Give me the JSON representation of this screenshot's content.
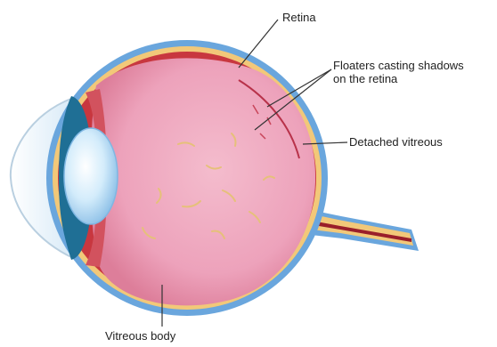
{
  "labels": {
    "retina": "Retina",
    "floaters_line1": "Floaters casting shadows",
    "floaters_line2": "on the retina",
    "detached_vitreous": "Detached vitreous",
    "vitreous_body": "Vitreous body"
  },
  "colors": {
    "sclera": "#6aa6dd",
    "retina": "#f2c879",
    "choroid": "#c8373f",
    "vitreous": "#eda2bb",
    "lens": "#bde0f7",
    "cornea": "#e6f2fb",
    "optic_nerve": "#9a1f2a",
    "floaters": "#e6c07a",
    "leader_lines": "#333333"
  }
}
